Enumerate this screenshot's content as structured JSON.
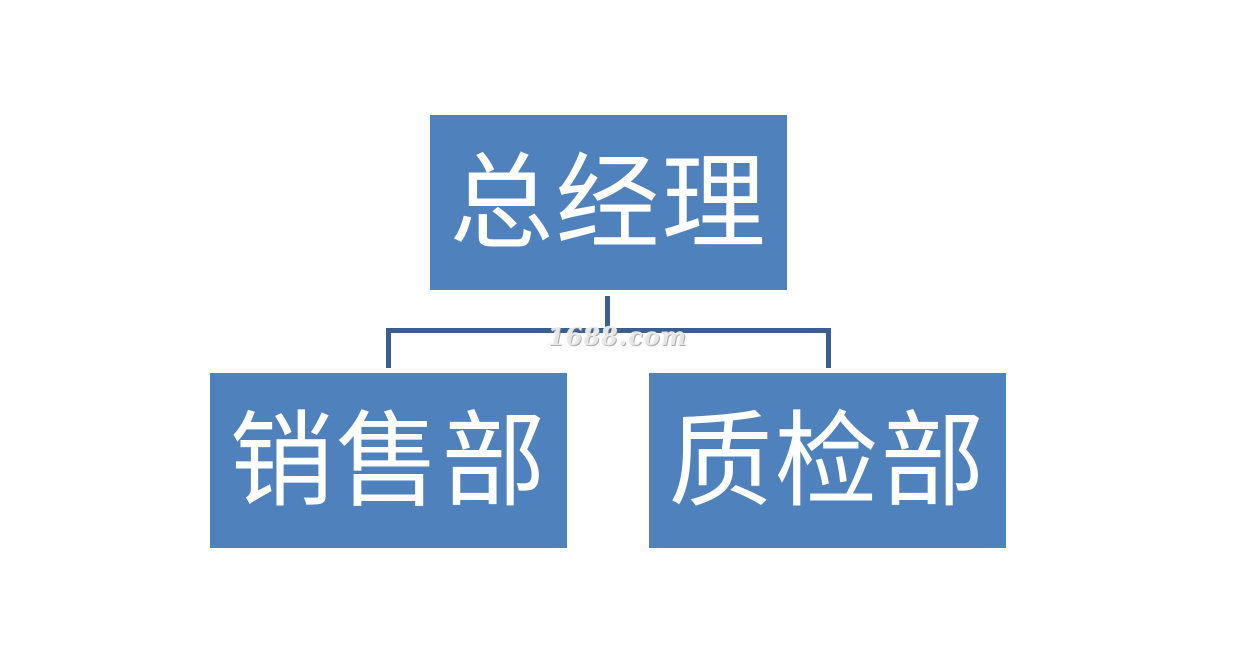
{
  "org_chart": {
    "root": {
      "label": "总经理"
    },
    "children": [
      {
        "label": "销售部"
      },
      {
        "label": "质检部"
      }
    ]
  },
  "watermark": {
    "text": "1688.com"
  },
  "colors": {
    "box_fill": "#4f81bd",
    "box_text": "#ffffff",
    "connector": "#3a5f8f",
    "background": "#ffffff"
  }
}
